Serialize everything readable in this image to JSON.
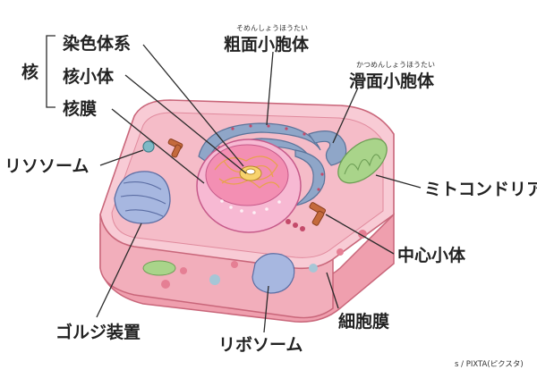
{
  "labels": {
    "nucleus": "核",
    "chromatin": "染色体系",
    "nucleolus": "核小体",
    "nuclear_membrane": "核膜",
    "rough_er": "粗面小胞体",
    "rough_er_ruby": "そめんしょうほうたい",
    "smooth_er": "滑面小胞体",
    "smooth_er_ruby": "かつめんしょうほうたい",
    "lysosome": "リソソーム",
    "mitochondria": "ミトコンドリア",
    "centrosome": "中心小体",
    "golgi": "ゴルジ装置",
    "ribosome": "リボソーム",
    "cell_membrane": "細胞膜"
  },
  "credit": "s / PIXTA(ピクスタ)",
  "colors": {
    "cell_top": "#f7c6d0",
    "cell_side": "#ef9fae",
    "cell_outline": "#c9667a",
    "nucleus": "#f3a6c6",
    "nucleolus_inner": "#f8d36e",
    "er": "#8fa6c8",
    "golgi": "#a7b7e0",
    "mito": "#a9d48a",
    "centriole": "#c46a3c"
  }
}
